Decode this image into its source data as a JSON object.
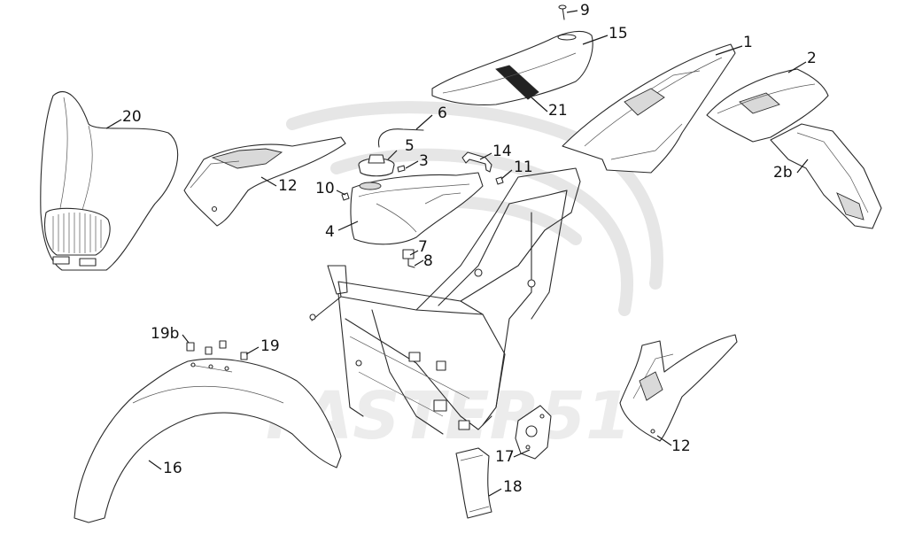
{
  "watermark": {
    "text": "FASTER51"
  },
  "callouts": [
    {
      "id": "c1",
      "label": "1"
    },
    {
      "id": "c2",
      "label": "2"
    },
    {
      "id": "c2b",
      "label": "2b"
    },
    {
      "id": "c3",
      "label": "3"
    },
    {
      "id": "c4",
      "label": "4"
    },
    {
      "id": "c5",
      "label": "5"
    },
    {
      "id": "c6",
      "label": "6"
    },
    {
      "id": "c7",
      "label": "7"
    },
    {
      "id": "c8",
      "label": "8"
    },
    {
      "id": "c9",
      "label": "9"
    },
    {
      "id": "c10",
      "label": "10"
    },
    {
      "id": "c11",
      "label": "11"
    },
    {
      "id": "c12a",
      "label": "12"
    },
    {
      "id": "c12b",
      "label": "12"
    },
    {
      "id": "c14",
      "label": "14"
    },
    {
      "id": "c15",
      "label": "15"
    },
    {
      "id": "c16",
      "label": "16"
    },
    {
      "id": "c17",
      "label": "17"
    },
    {
      "id": "c18",
      "label": "18"
    },
    {
      "id": "c19",
      "label": "19"
    },
    {
      "id": "c19b",
      "label": "19b"
    },
    {
      "id": "c20",
      "label": "20"
    },
    {
      "id": "c21",
      "label": "21"
    }
  ]
}
